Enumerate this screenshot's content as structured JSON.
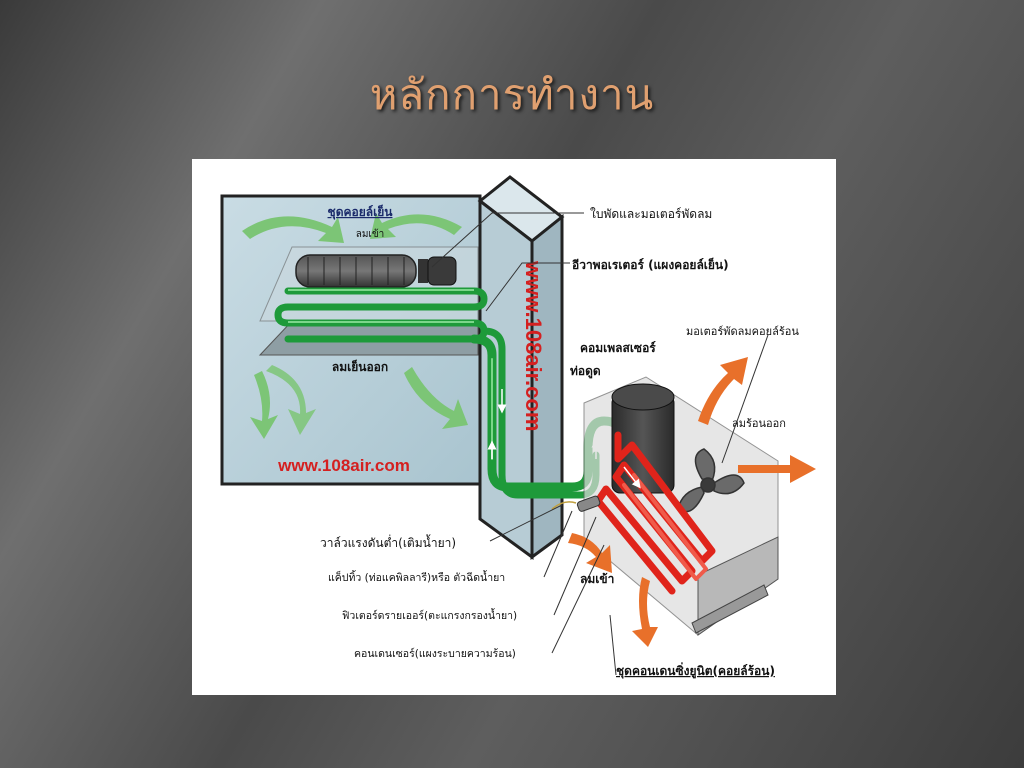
{
  "slide": {
    "title": "หลักการทำงาน"
  },
  "diagram": {
    "indoor_unit": {
      "title": "ชุดคอยล์เย็น",
      "air_in": "ลมเข้า",
      "cool_air_out": "ลมเย็นออก",
      "website": "www.108air.com"
    },
    "pipe_watermark": "www.108air.com",
    "callouts": {
      "fan_motor": "ใบพัดและมอเตอร์พัดลม",
      "evaporator": "อีวาพอเรเตอร์ (แผงคอยล์เย็น)",
      "condenser_fan_motor": "มอเตอร์พัดลมคอยล์ร้อน",
      "compressor": "คอมเพลสเซอร์",
      "suction_pipe": "ท่อดูด",
      "hot_air_out": "ลมร้อนออก",
      "low_pressure_valve": "วาล์วแรงดันต่ำ(เติมน้ำยา)",
      "capillary": "แค็ปทิ้ว (ท่อแคพิลลารี)หรือ ตัวฉีดน้ำยา",
      "air_in_outdoor": "ลมเข้า",
      "filter_drier": "ฟิวเตอร์ดรายเออร์(ตะแกรงกรองน้ำยา)",
      "condenser": "คอนเดนเซอร์(แผงระบายความร้อน)",
      "condensing_unit": "ชุดคอนเดนซิ่งยูนิต(คอยล์ร้อน)"
    },
    "colors": {
      "cold_pipe": "#1e9a3a",
      "hot_pipe": "#e0241b",
      "air_flow_cool": "#7cc576",
      "air_flow_hot": "#e8702a",
      "watermark": "#d42020",
      "room_fill": "#b8cfd8"
    }
  }
}
